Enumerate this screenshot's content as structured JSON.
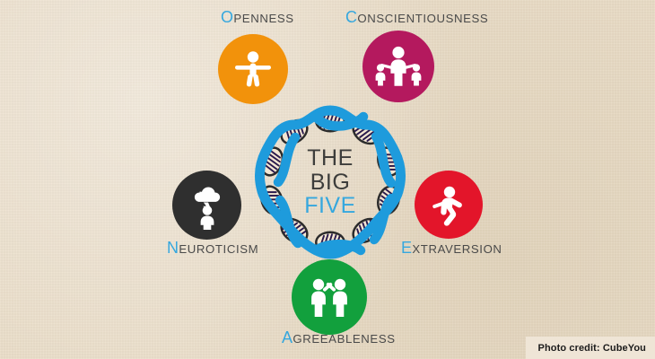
{
  "poster": {
    "background_color": "#e9dcc6",
    "center": {
      "line1": "THE",
      "line2": "BIG",
      "line3": "FIVE",
      "accent_color": "#35a7de",
      "text_color": "#3d3d3b",
      "helix_strand_dark": "#2b2b2b",
      "helix_strand_blue": "#1e9bdc",
      "helix_rung_color": "#2a1a4d",
      "helix_bubble_color": "#f3e6d2"
    },
    "traits": [
      {
        "id": "openness",
        "cap": "O",
        "rest": "PENNESS",
        "label": "Openness",
        "color": "#f2920b",
        "icon": "person-arms-outstretched-icon"
      },
      {
        "id": "conscientiousness",
        "cap": "C",
        "rest": "ONSCIENTIOUSNESS",
        "label": "Conscientiousness",
        "color": "#b4195e",
        "icon": "adult-with-children-icon"
      },
      {
        "id": "extraversion",
        "cap": "E",
        "rest": "XTRAVERSION",
        "label": "Extraversion",
        "color": "#e3152a",
        "icon": "dancing-person-icon"
      },
      {
        "id": "agreeableness",
        "cap": "A",
        "rest": "GREEABLENESS",
        "label": "Agreeableness",
        "color": "#12a03d",
        "icon": "two-people-high-five-icon"
      },
      {
        "id": "neuroticism",
        "cap": "N",
        "rest": "EUROTICISM",
        "label": "Neuroticism",
        "color": "#2f2f2f",
        "icon": "person-under-storm-cloud-icon"
      }
    ],
    "credit": {
      "text": "Photo credit: CubeYou"
    }
  }
}
